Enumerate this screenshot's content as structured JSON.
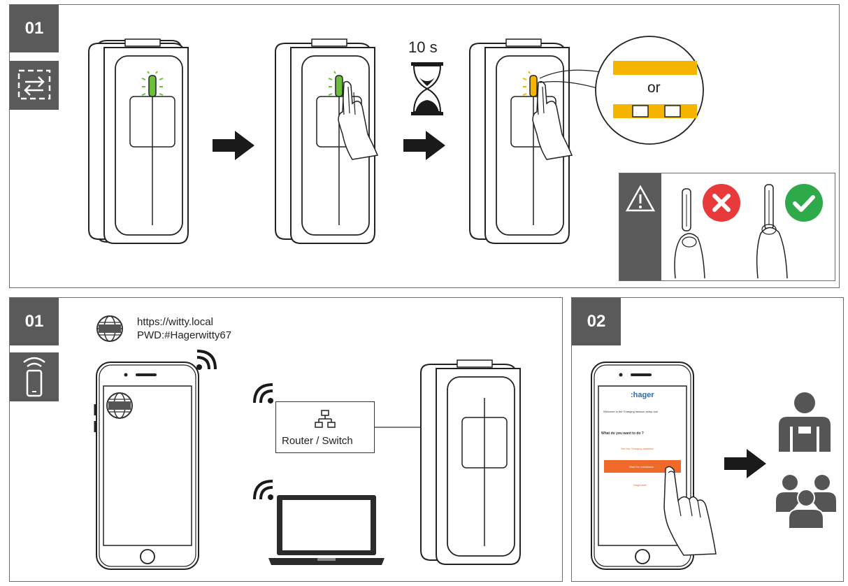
{
  "panel_top": {
    "step": "01",
    "mode_icon": "exchange-arrows-icon",
    "timer_label": "10 s",
    "or_label": "or",
    "colors": {
      "led_green": "#6abf3b",
      "led_orange": "#f5b400",
      "error": "#e83a3a",
      "ok": "#2eaa4a",
      "badge": "#5a5a5a"
    }
  },
  "panel_bottom_left": {
    "step": "01",
    "mode_icon": "wifi-phone-icon",
    "url": "https://witty.local",
    "password": "PWD:#Hagerwitty67",
    "router_label": "Router / Switch"
  },
  "panel_bottom_right": {
    "step": "02",
    "app_brand": ":hager",
    "app_welcome": "Welcome in the Charging session setup tool",
    "app_question": "What do you want to do ?",
    "app_option_1": "Get the Charging statistics",
    "app_option_2": "Start the installation",
    "app_option_3": "Diagnostic",
    "result_icons": [
      "installer-icon",
      "users-group-icon"
    ]
  }
}
